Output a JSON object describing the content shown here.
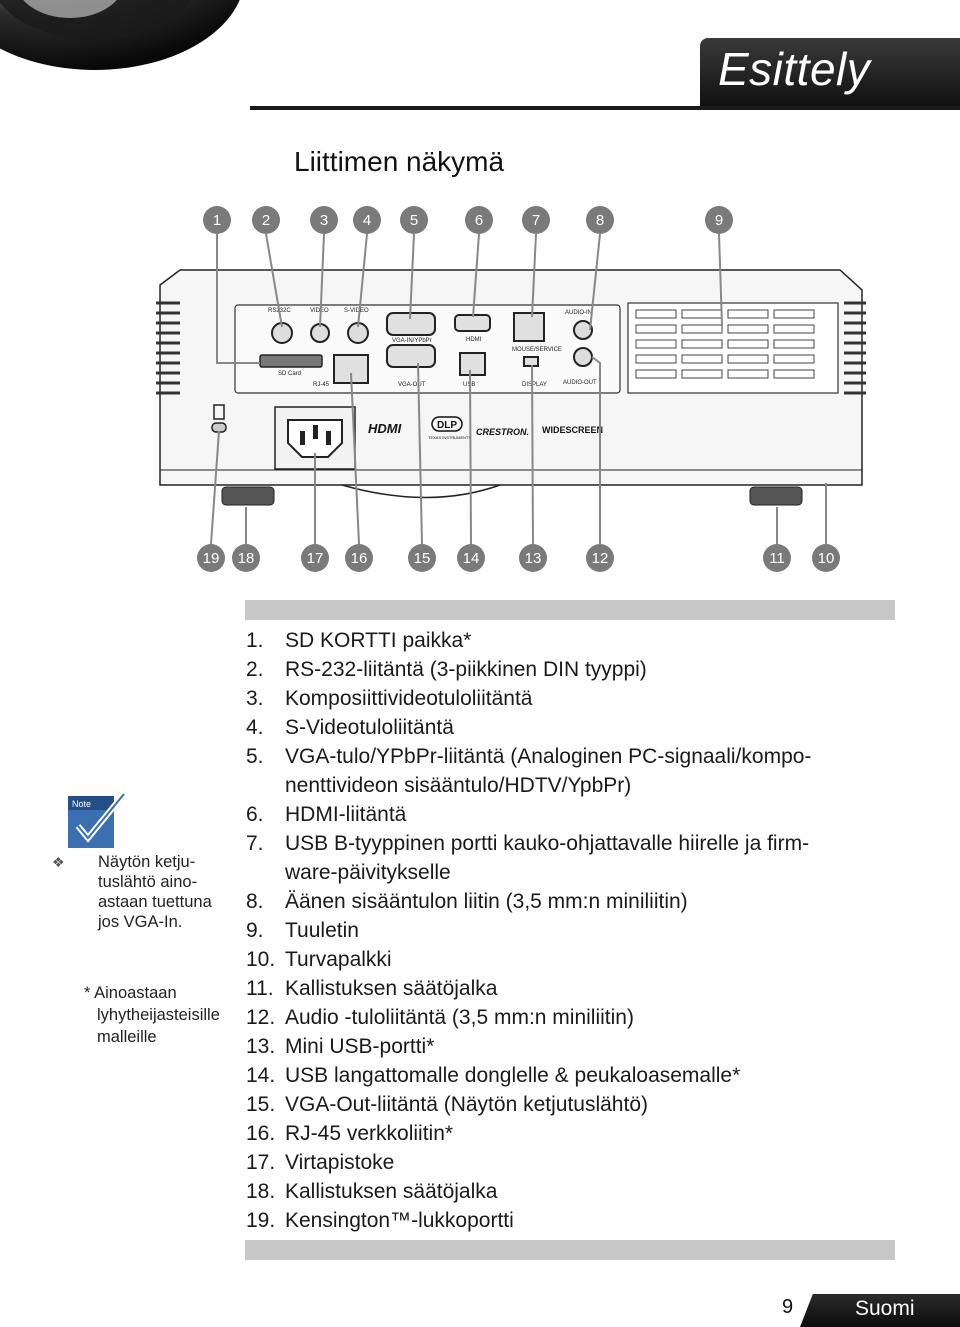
{
  "header": {
    "title": "Esittely"
  },
  "section_title": "Liittimen näkymä",
  "callouts_top": [
    "1",
    "2",
    "3",
    "4",
    "5",
    "6",
    "7",
    "8",
    "9"
  ],
  "callouts_bottom": [
    "19",
    "18",
    "17",
    "16",
    "15",
    "14",
    "13",
    "12",
    "11",
    "10"
  ],
  "panel_labels": {
    "rs232c": "RS232C",
    "video": "VIDEO",
    "svideo": "S-VIDEO",
    "vga_in": "VGA-IN/YPbPr",
    "hdmi": "HDMI",
    "mouse_service": "MOUSE/SERVICE",
    "audio_in": "AUDIO-IN",
    "sd_card": "SD Card",
    "rj45": "RJ-45",
    "vga_out": "VGA-OUT",
    "usb": "USB",
    "display": "DISPLAY",
    "audio_out": "AUDIO-OUT",
    "logo_hdmi": "HDMI",
    "logo_dlp": "DLP",
    "logo_ti": "TEXAS INSTRUMENTS",
    "logo_crestron": "CRESTRON.",
    "logo_widescreen": "WIDESCREEN"
  },
  "items": [
    {
      "num": "1.",
      "text": "SD KORTTI paikka*"
    },
    {
      "num": "2.",
      "text": "RS-232-liitäntä (3-piikkinen DIN tyyppi)"
    },
    {
      "num": "3.",
      "text": "Komposiittivideotuloliitäntä"
    },
    {
      "num": "4.",
      "text": "S-Videotuloliitäntä"
    },
    {
      "num": "5.",
      "text": "VGA-tulo/YPbPr-liitäntä (Analoginen PC-signaali/kompo-"
    },
    {
      "num": "",
      "text": "nenttivideon sisääntulo/HDTV/YpbPr)"
    },
    {
      "num": "6.",
      "text": "HDMI-liitäntä"
    },
    {
      "num": "7.",
      "text": "USB B-tyyppinen portti kauko-ohjattavalle hiirelle ja firm-"
    },
    {
      "num": "",
      "text": "ware-päivitykselle"
    },
    {
      "num": "8.",
      "text": "Äänen sisääntulon liitin (3,5 mm:n miniliitin)"
    },
    {
      "num": "9.",
      "text": "Tuuletin"
    },
    {
      "num": "10.",
      "text": "Turvapalkki"
    },
    {
      "num": "11.",
      "text": "Kallistuksen säätöjalka"
    },
    {
      "num": "12.",
      "text": "Audio -tuloliitäntä (3,5 mm:n miniliitin)"
    },
    {
      "num": "13.",
      "text": "Mini USB-portti*"
    },
    {
      "num": "14.",
      "text": "USB langattomalle donglelle & peukaloasemalle*"
    },
    {
      "num": "15.",
      "text": "VGA-Out-liitäntä (Näytön ketjutuslähtö)"
    },
    {
      "num": "16.",
      "text": "RJ-45 verkkoliitin*"
    },
    {
      "num": "17.",
      "text": "Virtapistoke"
    },
    {
      "num": "18.",
      "text": "Kallistuksen säätöjalka"
    },
    {
      "num": "19.",
      "text": "Kensington™-lukkoportti"
    }
  ],
  "note": {
    "icon_label": "Note",
    "lines": [
      "Näytön ketju-",
      "tuslähtö aino-",
      "astaan tuettuna",
      "jos VGA-In."
    ],
    "star_lines": [
      "* Ainoastaan",
      "lyhytheijasteisille",
      "malleille"
    ]
  },
  "footer": {
    "page": "9",
    "language": "Suomi"
  }
}
